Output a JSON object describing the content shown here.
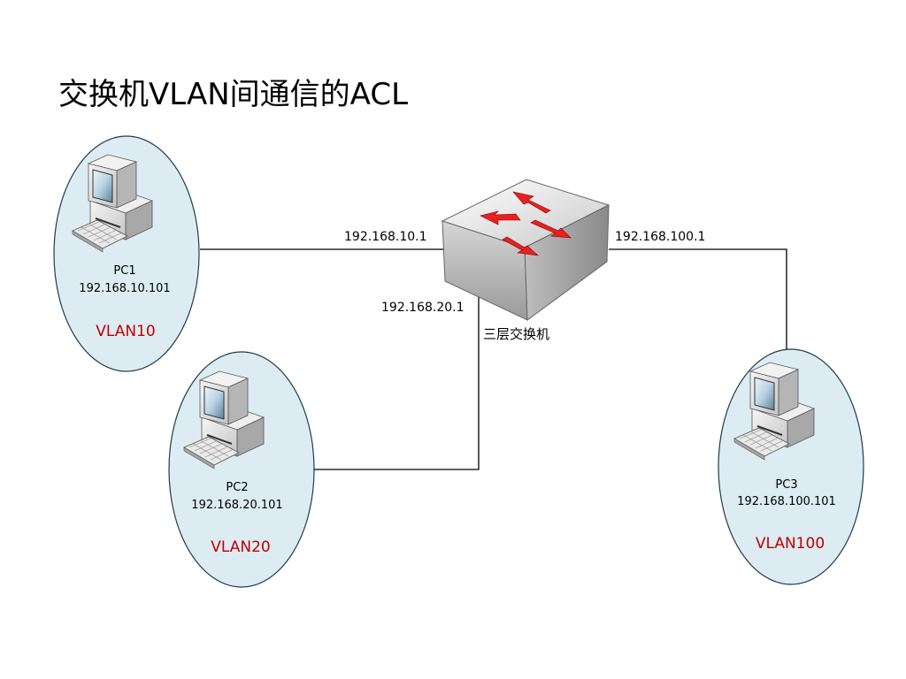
{
  "title": "交换机VLAN间通信的ACL",
  "switch": {
    "caption": "三层交换机",
    "ip_vlan10": "192.168.10.1",
    "ip_vlan20": "192.168.20.1",
    "ip_vlan100": "192.168.100.1"
  },
  "hosts": [
    {
      "name": "PC1",
      "ip": "192.168.10.101",
      "vlan": "VLAN10"
    },
    {
      "name": "PC2",
      "ip": "192.168.20.101",
      "vlan": "VLAN20"
    },
    {
      "name": "PC3",
      "ip": "192.168.100.101",
      "vlan": "VLAN100"
    }
  ],
  "colors": {
    "vlan_fill": "#dcecf2",
    "vlan_stroke": "#1f3a4d",
    "vlan_text": "#c00000",
    "arrow": "#e8201f",
    "link": "#000000"
  },
  "icons": {
    "host": "computer-icon",
    "switch": "layer3-switch-icon"
  }
}
